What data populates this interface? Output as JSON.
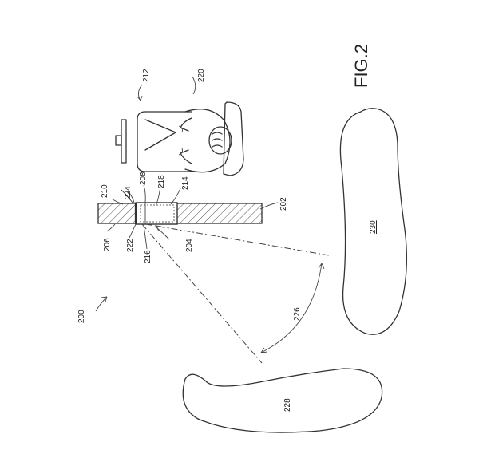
{
  "figure": {
    "title": "FIG.2",
    "ref_200": "200",
    "ref_202": "202",
    "ref_204": "204",
    "ref_206": "206",
    "ref_208": "208",
    "ref_210": "210",
    "ref_212": "212",
    "ref_214": "214",
    "ref_216": "216",
    "ref_218": "218",
    "ref_220": "220",
    "ref_222": "222",
    "ref_224": "224",
    "ref_226": "226",
    "ref_228": "228",
    "ref_230": "230"
  }
}
